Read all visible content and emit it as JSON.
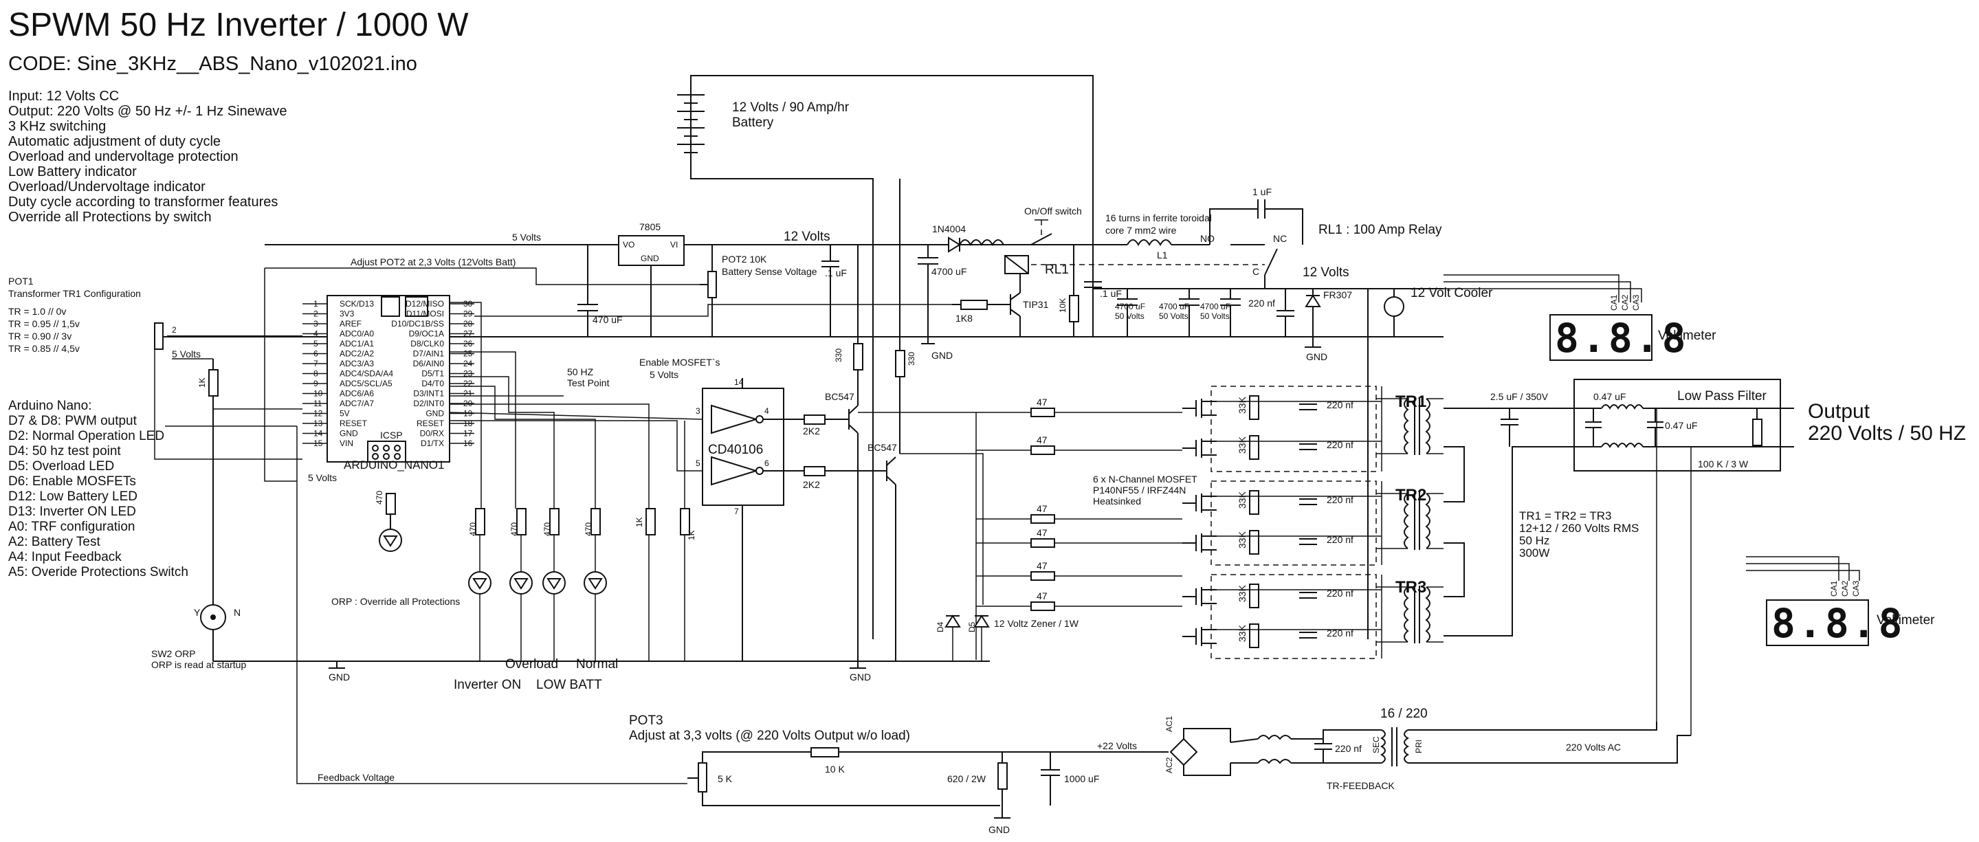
{
  "header": {
    "title": "SPWM 50 Hz Inverter / 1000 W",
    "code": "CODE: Sine_3KHz__ABS_Nano_v102021.ino",
    "features": [
      "Input: 12 Volts CC",
      "Output: 220 Volts @ 50 Hz +/- 1 Hz Sinewave",
      "3 KHz switching",
      "Automatic adjustment of duty cycle",
      "Overload and undervoltage protection",
      "Low Battery indicator",
      "Overload/Undervoltage indicator",
      "Duty cycle according to transformer features",
      "Override all Protections by switch"
    ]
  },
  "pot1": {
    "title": "POT1",
    "subtitle": "Transformer TR1 Configuration",
    "lines": [
      "TR = 1.0 // 0v",
      "TR = 0.95 // 1,5v",
      "TR = 0.90 // 3v",
      "TR = 0.85 // 4,5v"
    ]
  },
  "nano_legend": {
    "title": "Arduino Nano:",
    "lines": [
      "D7 & D8: PWM output",
      "D2: Normal Operation LED",
      "D4: 50 hz test point",
      "D5: Overload LED",
      "D6: Enable MOSFETs",
      "D12: Low Battery LED",
      "D13: Inverter ON LED",
      "A0: TRF configuration",
      "A2: Battery Test",
      "A4: Input Feedback",
      "A5: Overide Protections Switch"
    ]
  },
  "arduino": {
    "label": "ARDUINO_NANO1",
    "icsp": "ICSP",
    "left_pins": [
      {
        "num": "1",
        "name": "SCK/D13"
      },
      {
        "num": "2",
        "name": "3V3"
      },
      {
        "num": "3",
        "name": "AREF"
      },
      {
        "num": "4",
        "name": "ADC0/A0"
      },
      {
        "num": "5",
        "name": "ADC1/A1"
      },
      {
        "num": "6",
        "name": "ADC2/A2"
      },
      {
        "num": "7",
        "name": "ADC3/A3"
      },
      {
        "num": "8",
        "name": "ADC4/SDA/A4"
      },
      {
        "num": "9",
        "name": "ADC5/SCL/A5"
      },
      {
        "num": "10",
        "name": "ADC6/A6"
      },
      {
        "num": "11",
        "name": "ADC7/A7"
      },
      {
        "num": "12",
        "name": "5V"
      },
      {
        "num": "13",
        "name": "RESET"
      },
      {
        "num": "14",
        "name": "GND"
      },
      {
        "num": "15",
        "name": "VIN"
      }
    ],
    "right_pins": [
      {
        "num": "30",
        "name": "D12/MISO"
      },
      {
        "num": "29",
        "name": "D11/MOSI"
      },
      {
        "num": "28",
        "name": "D10/DC1B/SS"
      },
      {
        "num": "27",
        "name": "D9/OC1A"
      },
      {
        "num": "26",
        "name": "D8/CLK0"
      },
      {
        "num": "25",
        "name": "D7/AIN1"
      },
      {
        "num": "24",
        "name": "D6/AIN0"
      },
      {
        "num": "23",
        "name": "D5/T1"
      },
      {
        "num": "22",
        "name": "D4/T0"
      },
      {
        "num": "21",
        "name": "D3/INT1"
      },
      {
        "num": "20",
        "name": "D2/INT0"
      },
      {
        "num": "19",
        "name": "GND"
      },
      {
        "num": "18",
        "name": "RESET"
      },
      {
        "num": "17",
        "name": "D0/RX"
      },
      {
        "num": "16",
        "name": "D1/TX"
      }
    ]
  },
  "labels": {
    "battery": [
      "12 Volts / 90 Amp/hr",
      "Battery"
    ],
    "reg": "7805",
    "reg_vo": "VO",
    "reg_vi": "VI",
    "reg_gnd": "GND",
    "five_volts": "5 Volts",
    "twelve_volts": "12 Volts",
    "pot2": [
      "POT2 10K",
      "Battery Sense Voltage"
    ],
    "adjust_pot2": "Adjust POT2 at 2,3 Volts (12Volts Batt)",
    "c470": "470 uF",
    "c01a": ".1 uF",
    "r1k8": "1K8",
    "tip31": "TIP31",
    "r10k": "10K",
    "gnd": "GND",
    "r330a": "330",
    "r330b": "330",
    "diode1": "1N4004",
    "c4700": "4700 uF",
    "onoff": "On/Off switch",
    "rl1": "RL1",
    "toroid": [
      "16 turns in ferrite toroidal",
      "core 7 mm2 wire"
    ],
    "l1": "L1",
    "c1uf": "1 uF",
    "relay": "RL1 : 100 Amp Relay",
    "no": "NO",
    "nc": "NC",
    "c": "C",
    "c01b": ".1 uF",
    "bank": [
      "4700 uF",
      "50 Volts"
    ],
    "c220nf": "220 nf",
    "twelve_volts_b": "12 Volts",
    "fr307": "FR307",
    "cooler": "12 Volt Cooler",
    "voltimeter": "Voltimeter",
    "seg": "8.8.8",
    "ca": [
      "CA1",
      "CA2",
      "CA3"
    ],
    "test_point": [
      "50 HZ",
      "Test Point"
    ],
    "enable_mosfets": "Enable MOSFET`s",
    "five_volts_b": "5 Volts",
    "cd40106": "CD40106",
    "pin14": "14",
    "pin7": "7",
    "pin3": "3",
    "pin4": "4",
    "pin5": "5",
    "pin6": "6",
    "bc547a": "BC547",
    "bc547b": "BC547",
    "r2k2": "2K2",
    "r47": "47",
    "r33k": "33K",
    "mosfet_note": [
      "6 x N-Channel MOSFET",
      "P140NF55 / IRFZ44N",
      "Heatsinked"
    ],
    "zener": "12 Voltz Zener / 1W",
    "d4": "D4",
    "d5": "D5",
    "tr1": "TR1",
    "tr2": "TR2",
    "tr3": "TR3",
    "tr_note": [
      "TR1 = TR2 = TR3",
      "12+12 / 260 Volts RMS",
      "50 Hz",
      "300W"
    ],
    "c25uf": "2.5 uF / 350V",
    "lpf": "Low Pass Filter",
    "c047a": "0.47 uF",
    "c047b": "0.47 uF",
    "r100k": "100 K / 3 W",
    "output": [
      "Output",
      "220 Volts / 50 HZ"
    ],
    "r1k": "1K",
    "r470": "470",
    "orp_text": "ORP : Override all Protections",
    "sw2": [
      "SW2 ORP",
      "ORP is read at startup"
    ],
    "led_labels": {
      "overload": "Overload",
      "normal": "Normal",
      "inv_on": "Inverter ON",
      "low_batt": "LOW BATT"
    },
    "pot3": [
      "POT3",
      "Adjust at 3,3 volts (@ 220 Volts Output w/o load)"
    ],
    "feedback": "Feedback Voltage",
    "r5k": "5 K",
    "r10k_b": "10 K",
    "r620": "620 / 2W",
    "c1000": "1000 uF",
    "plus22": "+22 Volts",
    "ac1": "AC1",
    "ac2": "AC2",
    "c220nf_b": "220 nf",
    "trf": "TR-FEEDBACK",
    "ratio": "16 / 220",
    "sec": "SEC",
    "pri": "PRI",
    "ac220": "220 Volts AC",
    "y": "Y",
    "n": "N"
  }
}
